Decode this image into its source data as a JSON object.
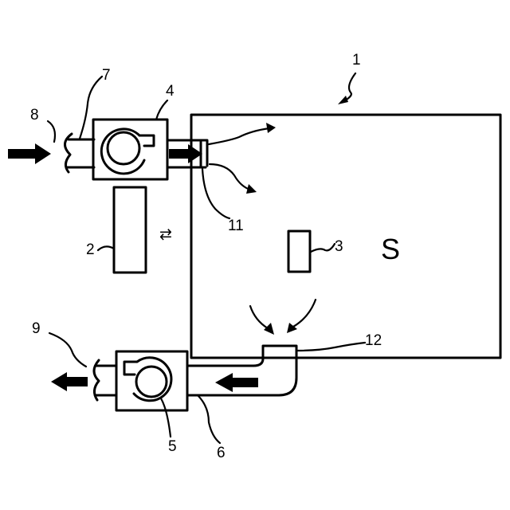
{
  "labels": {
    "room_outline": "1",
    "unit_2": "2",
    "sensor_3": "3",
    "supply_fan": "4",
    "exhaust_fan": "5",
    "exhaust_duct": "6",
    "supply_duct": "7",
    "inlet": "8",
    "outlet": "9",
    "supply_nozzle": "11",
    "exhaust_hood": "12"
  },
  "space_label": "S",
  "exchange_symbol": "⇄"
}
